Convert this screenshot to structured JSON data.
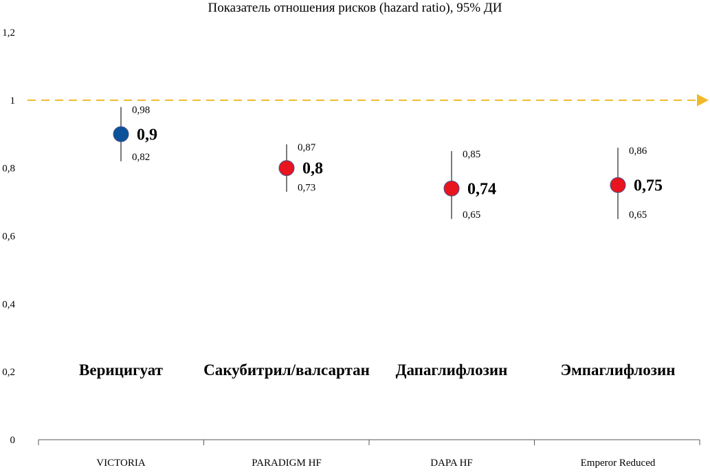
{
  "chart_data": {
    "type": "scatter",
    "title": "Показатель отношения рисков (hazard ratio), 95% ДИ",
    "ylim": [
      0,
      1.2
    ],
    "ytick_labels": [
      "0",
      "0,2",
      "0,4",
      "0,6",
      "0,8",
      "1",
      "1,2"
    ],
    "yticks": [
      0,
      0.2,
      0.4,
      0.6,
      0.8,
      1.0,
      1.2
    ],
    "reference_line": 1.0,
    "reference_color": "#f0b92a",
    "categories": [
      "VICTORIA",
      "PARADIGM HF",
      "DAPA HF",
      "Emperor Reduced"
    ],
    "drugs": [
      "Верицигуат",
      "Сакубитрил/валсартан",
      "Дапаглифлозин",
      "Эмпаглифлозин"
    ],
    "points": [
      {
        "hr": 0.9,
        "lower": 0.82,
        "upper": 0.98,
        "hr_label": "0,9",
        "lower_label": "0,82",
        "upper_label": "0,98",
        "color": "#0a5299"
      },
      {
        "hr": 0.8,
        "lower": 0.73,
        "upper": 0.87,
        "hr_label": "0,8",
        "lower_label": "0,73",
        "upper_label": "0,87",
        "color": "#e8141e"
      },
      {
        "hr": 0.74,
        "lower": 0.65,
        "upper": 0.85,
        "hr_label": "0,74",
        "lower_label": "0,65",
        "upper_label": "0,85",
        "color": "#e8141e"
      },
      {
        "hr": 0.75,
        "lower": 0.65,
        "upper": 0.86,
        "hr_label": "0,75",
        "lower_label": "0,65",
        "upper_label": "0,86",
        "color": "#e8141e"
      }
    ]
  }
}
